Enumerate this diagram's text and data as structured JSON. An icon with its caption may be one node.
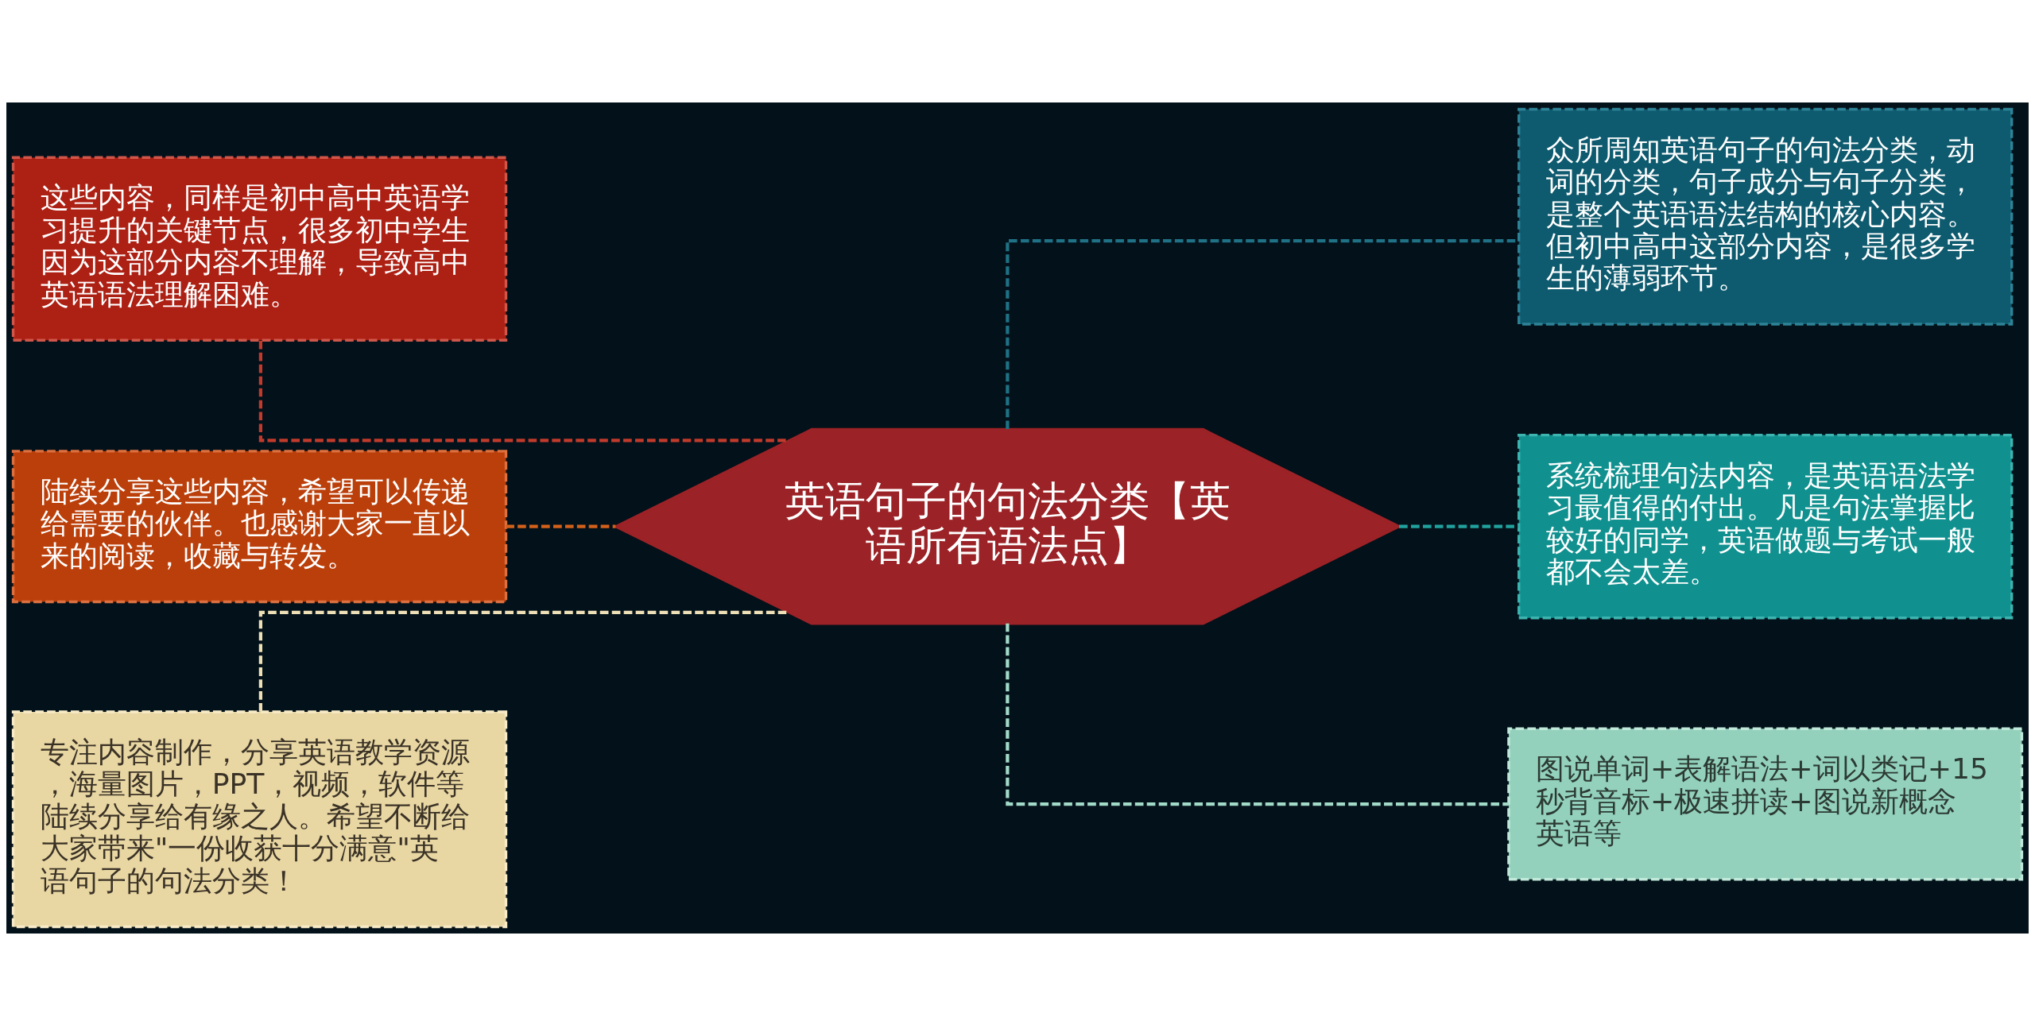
{
  "diagram": {
    "nodes": [
      {
        "text": [
          "英语句子的句法分类【英语所有语法点】"
        ]
      },
      {
        "text": [
          "这些内容，同样是初中高中英语学习提升的关键节点，很多初中学生因为这部分内容不理解，导致高中英语语法理解困难。"
        ]
      },
      {
        "text": [
          "陆续分享这些内容，希望可以传递给需要的伙伴。也感谢大家一直以来的阅读，收藏与转发。"
        ]
      },
      {
        "text": [
          "专注内容制作，分享英语教学资源，海量图片，PPT，视频，软件等陆续分享给有缘之人。希望不断给大家带来\"一份收获十分满意\"英语句子的句法分类！"
        ]
      },
      {
        "text": [
          "众所周知英语句子的句法分类，动词的分类，句子成分与句子分类，是整个英语语法结构的核心内容。但初中高中这部分内容，是很多学生的薄弱环节。"
        ]
      },
      {
        "text": [
          "系统梳理句法内容，是英语语法学习最值得的付出。凡是句法掌握比较好的同学，英语做题与考试一般都不会太差。"
        ]
      },
      {
        "text": [
          "图说单词+表解语法+词以类记+15秒背音标+极速拼读+图说新概念英语等"
        ]
      }
    ],
    "edges": [
      {
        "from": 0,
        "to": 1,
        "arrow": "none",
        "style": "dashed",
        "color": "#c23a2c"
      },
      {
        "from": 0,
        "to": 2,
        "arrow": "none",
        "style": "dashed",
        "color": "#d2601a"
      },
      {
        "from": 0,
        "to": 3,
        "arrow": "none",
        "style": "dashed",
        "color": "#eee0b6"
      },
      {
        "from": 0,
        "to": 4,
        "arrow": "none",
        "style": "dashed",
        "color": "#1f7185"
      },
      {
        "from": 0,
        "to": 5,
        "arrow": "none",
        "style": "dashed",
        "color": "#20a19d"
      },
      {
        "from": 0,
        "to": 6,
        "arrow": "none",
        "style": "dashed",
        "color": "#a2dac8"
      }
    ]
  }
}
